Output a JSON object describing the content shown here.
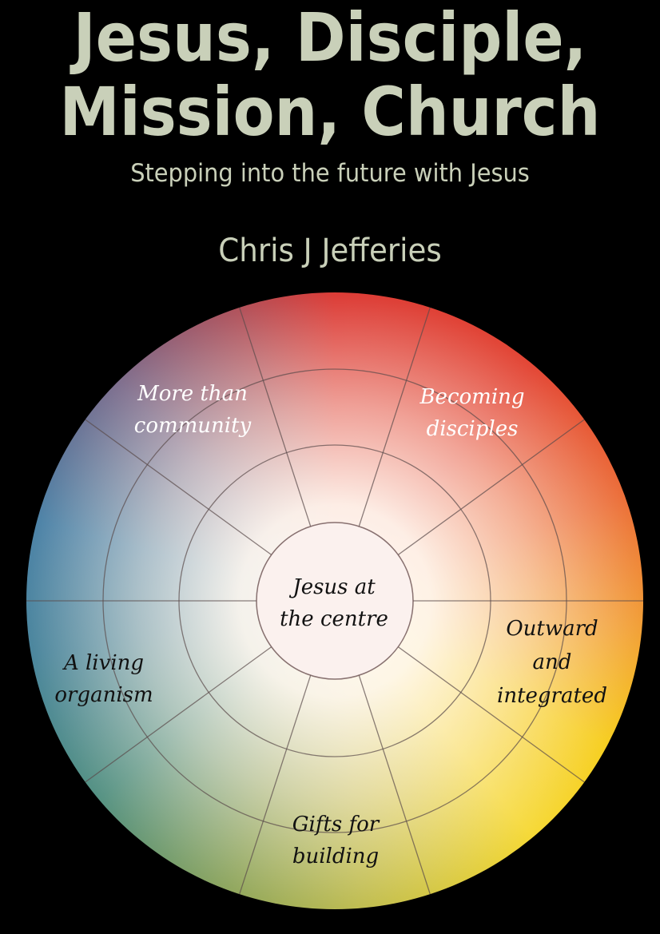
{
  "cover": {
    "title_line1": "Jesus, Disciple,",
    "title_line2": "Mission, Church",
    "subtitle": "Stepping into the future with Jesus",
    "author": "Chris J Jefferies",
    "title_color": "#c9d0b9"
  },
  "wheel": {
    "centre": "Jesus at\nthe centre",
    "segments": [
      {
        "label": "More than\ncommunity"
      },
      {
        "label": "Becoming\ndisciples"
      },
      {
        "label": "Outward\nand\nintegrated"
      },
      {
        "label": "A living\norganism"
      },
      {
        "label": "Gifts for\nbuilding"
      }
    ]
  }
}
